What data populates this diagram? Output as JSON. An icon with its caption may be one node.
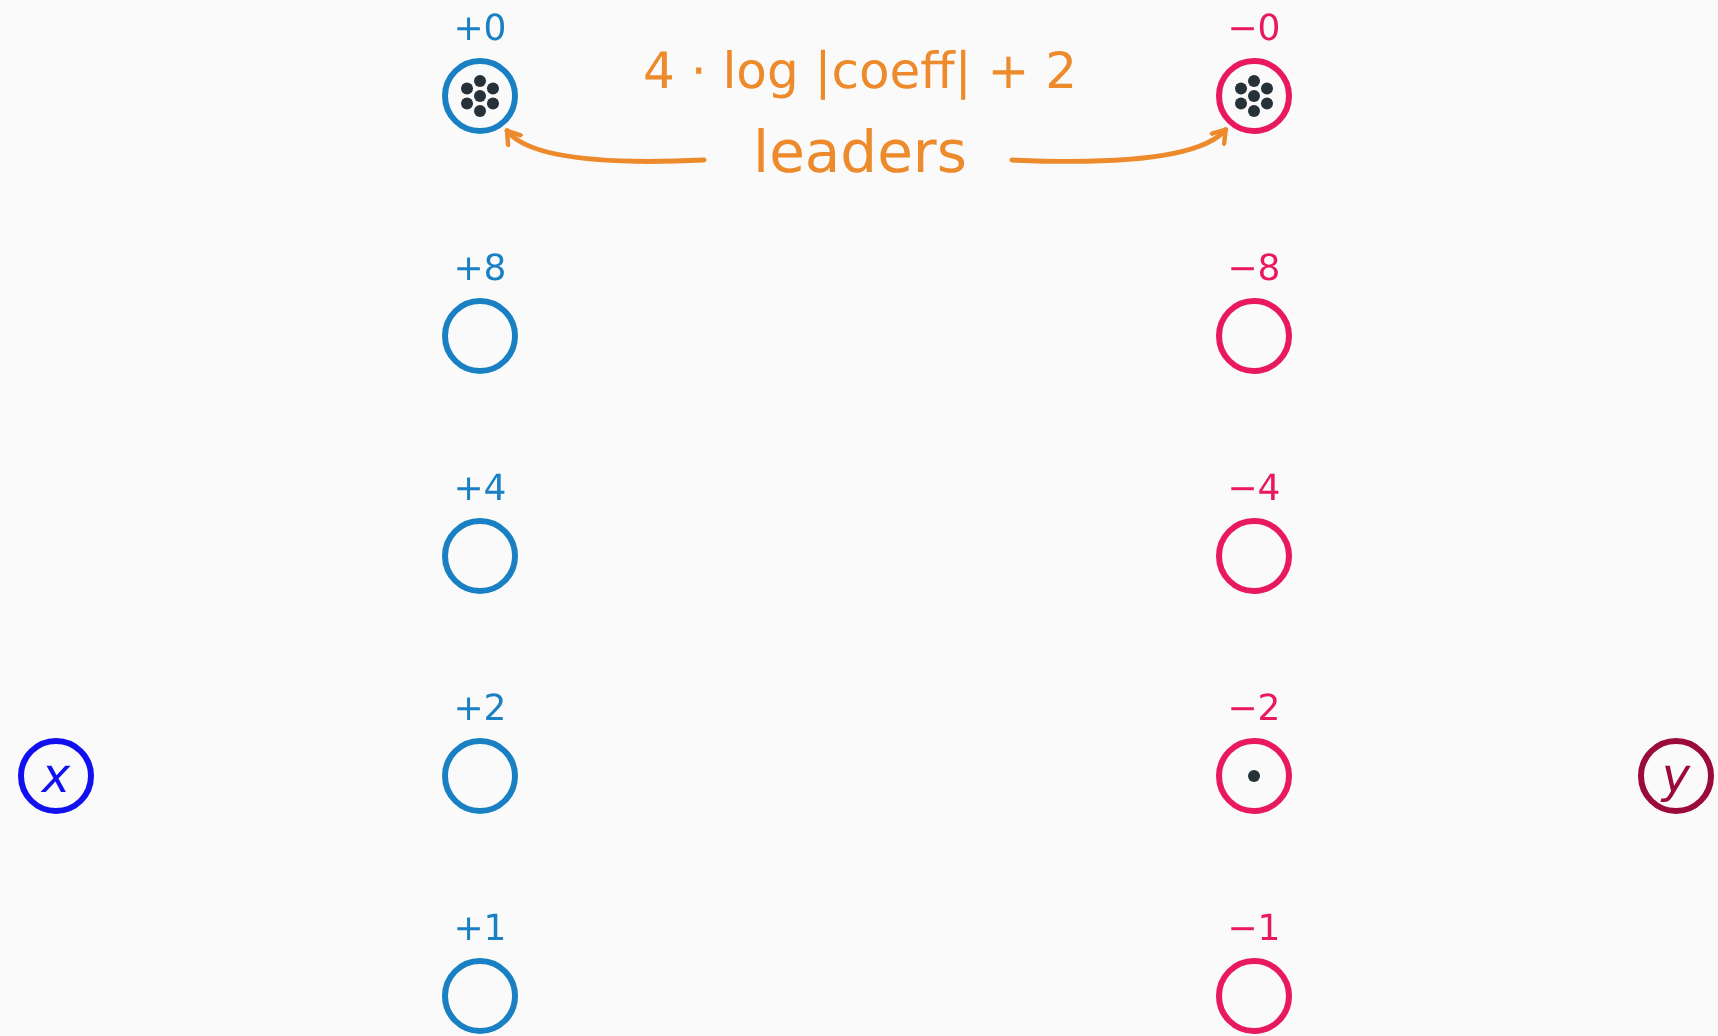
{
  "diagram": {
    "nodes": [
      {
        "text": [],
        "shape": "circle",
        "beside": [
          "+0"
        ]
      },
      {
        "text": [
          "4 · log |coeff| + 2",
          "leaders"
        ]
      },
      {
        "text": [],
        "shape": "circle",
        "beside": [
          "−0"
        ]
      },
      {
        "text": [],
        "shape": "circle",
        "beside": [
          "+8"
        ]
      },
      {
        "text": [],
        "shape": "circle",
        "beside": [
          "−8"
        ]
      },
      {
        "text": [],
        "shape": "circle",
        "beside": [
          "+4"
        ]
      },
      {
        "text": [],
        "shape": "circle",
        "beside": [
          "−4"
        ]
      },
      {
        "text": [
          "x"
        ]
      },
      {
        "text": [],
        "shape": "circle",
        "beside": [
          "+2"
        ]
      },
      {
        "text": [],
        "shape": "circle",
        "beside": [
          "−2"
        ]
      },
      {
        "text": [
          "y"
        ]
      },
      {
        "text": [],
        "shape": "circle",
        "beside": [
          "+1"
        ]
      },
      {
        "text": [],
        "shape": "circle",
        "beside": [
          "−1"
        ]
      }
    ],
    "edges": [
      {
        "from": 1,
        "to": 0,
        "arrow": "to",
        "color": "#ec8a2c"
      },
      {
        "from": 1,
        "to": 2,
        "arrow": "to",
        "color": "#ec8a2c"
      }
    ]
  }
}
